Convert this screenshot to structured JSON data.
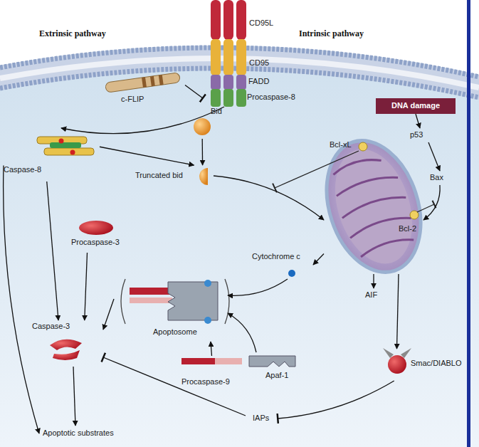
{
  "diagram": {
    "nodes": [
      {
        "text": [
          "CD95L",
          "CD95",
          "FADD",
          "Procaspase-8"
        ]
      },
      {
        "text": [
          "c-FLIP"
        ]
      },
      {
        "text": [
          "Caspase-8"
        ]
      },
      {
        "text": [
          "Bid"
        ]
      },
      {
        "text": [
          "Truncated bid"
        ]
      },
      {
        "text": [
          "DNA damage"
        ]
      },
      {
        "text": [
          "p53"
        ]
      },
      {
        "text": [
          "Bax"
        ]
      },
      {
        "text": [
          "Bcl-xL",
          "Bcl-2"
        ]
      },
      {
        "text": [
          "Procaspase-3"
        ]
      },
      {
        "text": [
          "Cytochrome c"
        ]
      },
      {
        "text": [
          "Apoptosome"
        ]
      },
      {
        "text": [
          "Apaf-1"
        ]
      },
      {
        "text": [
          "Procaspase-9"
        ]
      },
      {
        "text": [
          "AIF"
        ]
      },
      {
        "text": [
          "Smac/DIABLO"
        ]
      },
      {
        "text": [
          "Caspase-3"
        ]
      },
      {
        "text": [
          "IAPs"
        ]
      },
      {
        "text": [
          "Apoptotic substrates"
        ]
      }
    ],
    "edges": [
      {
        "from": 1,
        "to": 0,
        "arrow": "to"
      },
      {
        "from": 0,
        "to": 2,
        "arrow": "to"
      },
      {
        "from": 3,
        "to": 4,
        "arrow": "to"
      },
      {
        "from": 2,
        "to": 4,
        "arrow": "to"
      },
      {
        "from": 4,
        "to": 8,
        "arrow": "to"
      },
      {
        "from": 5,
        "to": 6,
        "arrow": "to"
      },
      {
        "from": 6,
        "to": 7,
        "arrow": "to"
      },
      {
        "from": 7,
        "to": 8,
        "arrow": "to"
      },
      {
        "from": 8,
        "to": 10,
        "arrow": "to"
      },
      {
        "from": 8,
        "to": 14,
        "arrow": "to"
      },
      {
        "from": 8,
        "to": 15,
        "arrow": "to"
      },
      {
        "from": 10,
        "to": 11,
        "arrow": "to"
      },
      {
        "from": 12,
        "to": 11,
        "arrow": "to"
      },
      {
        "from": 13,
        "to": 11,
        "arrow": "to"
      },
      {
        "from": 9,
        "to": 16,
        "arrow": "to"
      },
      {
        "from": 2,
        "to": 16,
        "arrow": "to"
      },
      {
        "from": 11,
        "to": 16,
        "arrow": "to"
      },
      {
        "from": 2,
        "to": 18,
        "arrow": "to"
      },
      {
        "from": 16,
        "to": 18,
        "arrow": "to"
      },
      {
        "from": 15,
        "to": 17,
        "arrow": "to"
      },
      {
        "from": 17,
        "to": 16,
        "arrow": "to"
      }
    ],
    "labels": [
      "Extrinsic pathway",
      "Intrinsic pathway"
    ]
  }
}
